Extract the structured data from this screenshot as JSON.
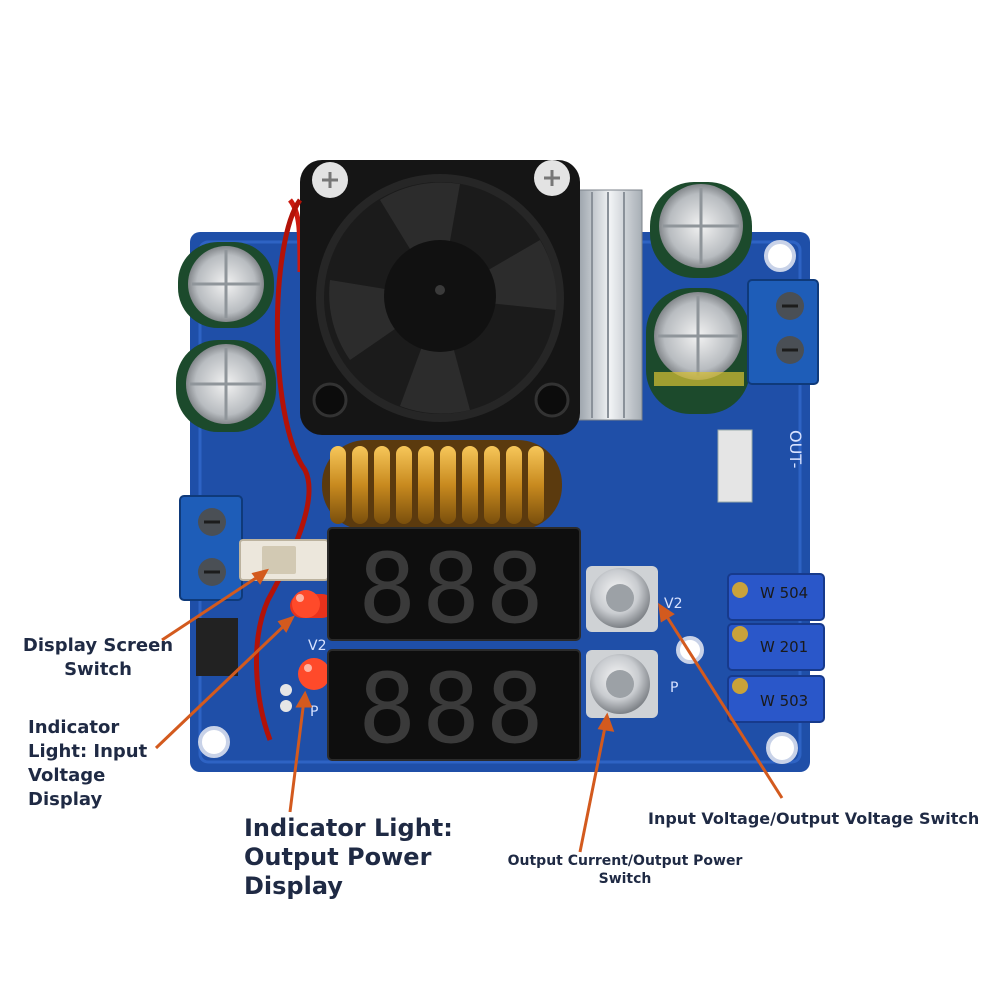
{
  "callouts": {
    "display_screen_switch": "Display Screen\nSwitch",
    "input_voltage_light": "Indicator\nLight: Input\nVoltage\nDisplay",
    "output_power_light": "Indicator Light:\nOutput Power\nDisplay",
    "voltage_switch": "Input Voltage/Output Voltage Switch",
    "current_power_switch": "Output Current/Output Power\nSwitch"
  },
  "board_marks": {
    "out_minus": "OUT-",
    "v2_top": "V2",
    "v2_button": "V2",
    "p_top": "P",
    "p_button": "P",
    "pot1": "W 504",
    "pot2": "W 201",
    "pot3": "W 503"
  },
  "displays": {
    "upper_digits": "888",
    "lower_digits": "888"
  },
  "colors": {
    "pcb": "#1f4fa8",
    "callout_arrow": "#d35a1e",
    "label_text": "#1f2a44",
    "led_red": "#e8321c",
    "pot_blue": "#2a57c9"
  }
}
